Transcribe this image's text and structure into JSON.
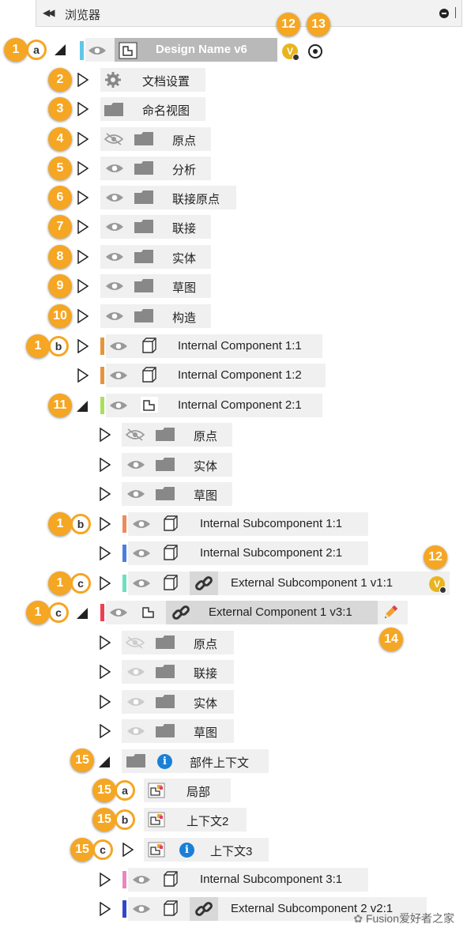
{
  "browser": {
    "title": "浏览器",
    "collapse_icon": "double-left-arrow-icon"
  },
  "root": {
    "label": "Design Name v6",
    "version_badge": "V"
  },
  "folders_top": [
    {
      "label": "文档设置"
    },
    {
      "label": "命名视图"
    },
    {
      "label": "原点"
    },
    {
      "label": "分析"
    },
    {
      "label": "联接原点"
    },
    {
      "label": "联接"
    },
    {
      "label": "实体"
    },
    {
      "label": "草图"
    },
    {
      "label": "构造"
    }
  ],
  "components": [
    {
      "label": "Internal Component 1:1",
      "color": "#e8943a"
    },
    {
      "label": "Internal Component 1:2",
      "color": "#e8943a"
    },
    {
      "label": "Internal Component 2:1",
      "color": "#a8e05a"
    }
  ],
  "comp2_children": [
    {
      "label": "原点"
    },
    {
      "label": "实体"
    },
    {
      "label": "草图"
    }
  ],
  "subcomponents": [
    {
      "label": "Internal Subcomponent 1:1",
      "color": "#f08a5a"
    },
    {
      "label": "Internal Subcomponent 2:1",
      "color": "#4a7fe0"
    },
    {
      "label": "External Subcomponent 1 v1:1",
      "color": "#6ee0c0"
    }
  ],
  "external_component": {
    "label": "External Component 1 v3:1",
    "color": "#f04050"
  },
  "ext_children": [
    {
      "label": "原点"
    },
    {
      "label": "联接"
    },
    {
      "label": "实体"
    },
    {
      "label": "草图"
    }
  ],
  "assembly_contexts": {
    "label": "部件上下文",
    "items": [
      {
        "label": "局部"
      },
      {
        "label": "上下文2"
      },
      {
        "label": "上下文3"
      }
    ]
  },
  "bottom_subcomponents": [
    {
      "label": "Internal Subcomponent 3:1",
      "color": "#e888c0"
    },
    {
      "label": "External Subcomponent 2 v2:1",
      "color": "#3048c8"
    }
  ],
  "callouts": {
    "n1": "1",
    "n2": "2",
    "n3": "3",
    "n4": "4",
    "n5": "5",
    "n6": "6",
    "n7": "7",
    "n8": "8",
    "n9": "9",
    "n10": "10",
    "n11": "11",
    "n12": "12",
    "n13": "13",
    "n14": "14",
    "n15": "15",
    "a": "a",
    "b": "b",
    "c": "c"
  },
  "watermark": "Fusion爱好者之家",
  "colors": {
    "badge": "#f5a623",
    "row_bg": "#f0f0f0",
    "title_bar": "#b9b9b9",
    "info": "#1a7fd6"
  }
}
